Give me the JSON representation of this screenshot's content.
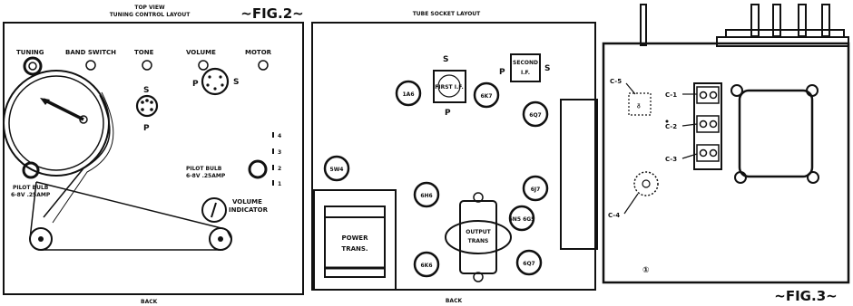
{
  "fig2": {
    "caption": "~FIG.2~",
    "panel1": {
      "title_line1": "TOP VIEW",
      "title_line2": "TUNING CONTROL LAYOUT",
      "labels": {
        "tuning": "TUNING",
        "band_switch": "BAND SWITCH",
        "tone": "TONE",
        "volume": "VOLUME",
        "motor": "MOTOR",
        "s_tone": "S",
        "p_tone": "P",
        "p_vol": "P",
        "s_vol": "S",
        "pilot_bulb_left_1": "PILOT BULB",
        "pilot_bulb_left_2": "6-8V .25AMP",
        "pilot_bulb_right_1": "PILOT BULB",
        "pilot_bulb_right_2": "6-8V .25AMP",
        "volume_indicator_1": "VOLUME",
        "volume_indicator_2": "INDICATOR",
        "numbers": [
          "4",
          "3",
          "2",
          "1"
        ],
        "back": "BACK"
      }
    },
    "panel2": {
      "title": "TUBE SOCKET LAYOUT",
      "tubes": {
        "t1": "1A6",
        "t2": "6K7",
        "t3": "6Q7",
        "t4": "5W4",
        "t5": "6H6",
        "t6": "6J7",
        "t7": "6N5 6G5",
        "t8": "6K6",
        "t9": "6Q7"
      },
      "first_if": "FIRST I.F.",
      "second_if_1": "SECOND",
      "second_if_2": "I.F.",
      "s1": "S",
      "p1": "P",
      "p2": "P",
      "s2": "S",
      "power_trans_1": "POWER",
      "power_trans_2": "TRANS.",
      "output_trans_1": "OUTPUT",
      "output_trans_2": "TRANS",
      "back": "BACK"
    }
  },
  "fig3": {
    "caption": "~FIG.3~",
    "labels": {
      "c5": "C-5",
      "c1": "C-1",
      "c2": "C-2",
      "c3": "C-3",
      "c4": "C-4",
      "circle_mark": "①"
    }
  }
}
